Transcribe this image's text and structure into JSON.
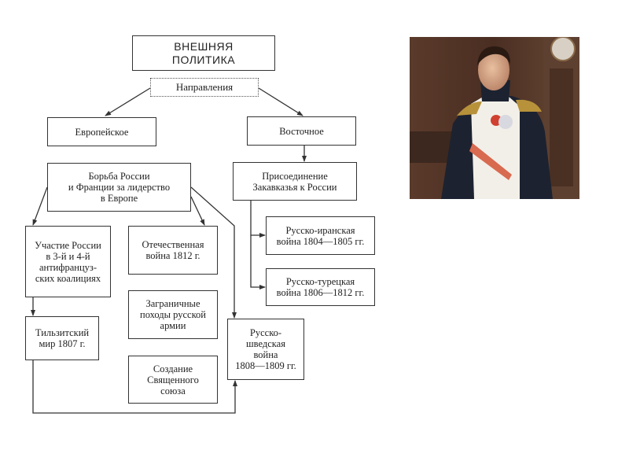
{
  "diagram": {
    "title": "ВНЕШНЯЯ\nПОЛИТИКА",
    "directions_label": "Направления",
    "european": {
      "label": "Европейское",
      "main": "Борьба России\nи Франции за лидерство\nв Европе",
      "items": [
        "Участие России\nв 3-й и 4-й\nантифранцуз-\nских коалициях",
        "Тильзитский\nмир 1807 г.",
        "Отечественная\nвойна 1812 г.",
        "Заграничные\nпоходы русской\nармии",
        "Создание\nСвященного\nсоюза",
        "Русско-\nшведская\nвойна\n1808—1809 гг."
      ]
    },
    "eastern": {
      "label": "Восточное",
      "main": "Присоединение\nЗакавказья к России",
      "items": [
        "Русско-иранская\nвойна 1804—1805 гг.",
        "Русско-турецкая\nвойна 1806—1812 гг."
      ]
    }
  },
  "colors": {
    "line": "#333333",
    "uniform_dark": "#1c2230",
    "gold": "#b8923a"
  }
}
